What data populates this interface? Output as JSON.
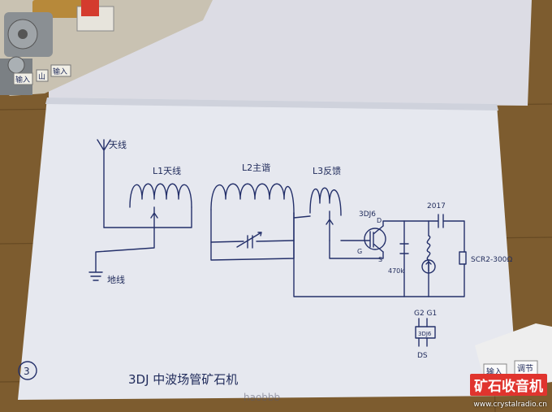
{
  "notebook": {
    "antenna": "天线",
    "l1": "L1天线",
    "l2": "L2主谐",
    "l3": "L3反馈",
    "fet": "3DJ6",
    "d": "D",
    "g": "G",
    "s": "S",
    "res": "470k",
    "cap": "2017",
    "gnd": "地线",
    "earphone": "SCR2-300Ω",
    "pins_top": "G2 G1",
    "pins_bottom": "DS",
    "chip": "3DJ6",
    "circle": "3",
    "title": "3DJ 中波场管矿石机"
  },
  "labels": {
    "top_left": [
      "输入",
      "山",
      "输入"
    ],
    "bottom_right": [
      "输入",
      "调节"
    ]
  },
  "watermark": "haobbb",
  "brand": {
    "logo": "矿石收音机",
    "url": "www.crystalradio.cn"
  }
}
